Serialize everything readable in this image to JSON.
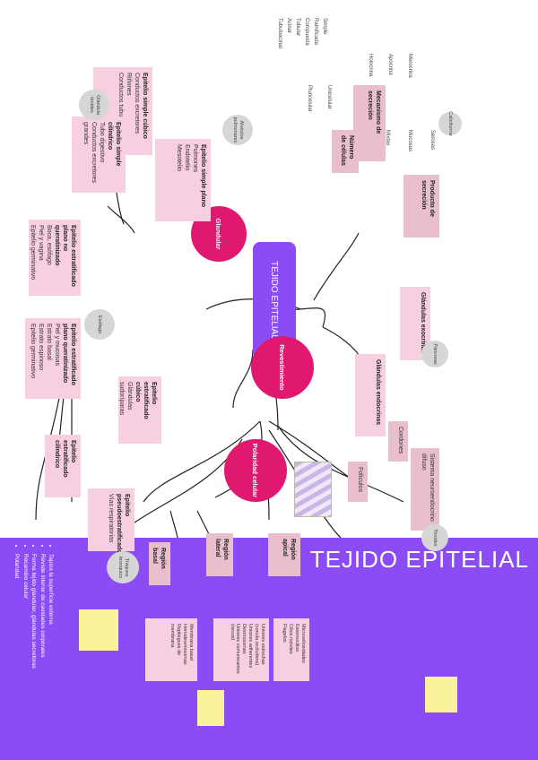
{
  "banner": {
    "title": "TEJIDO EPITELIAL",
    "bullets": [
      "Tapiza la superficie externa",
      "Reviste interior de cavidades corporales",
      "Forma tejido glandular, glándulas secretoras",
      "Recambio celular",
      "Polaridad"
    ]
  },
  "center": {
    "label": "TEJIDO EPITELIAL"
  },
  "hubs": {
    "revestimiento": "Revestimiento",
    "glandular": "Glandular",
    "polaridad": "Polaridad celular"
  },
  "revestimiento": {
    "simple_plano": {
      "title": "Epitelio simple plano",
      "lines": [
        "Pulmones",
        "Endotelio",
        "Mesotelio"
      ]
    },
    "simple_cubico": {
      "title": "Epitelio simple cúbico",
      "lines": [
        "Conductos excretores",
        "Riñones",
        "Conductos tubulares"
      ]
    },
    "cubico_cilindrico": {
      "title": "Epitelio simple cilíndrico",
      "lines": [
        "Tubo digestivo",
        "Conductos excretores",
        "grandes"
      ]
    },
    "estratificado_plano": {
      "title": "Epitelio estratificado plano no queratinizado",
      "lines": [
        "Boca, esófago",
        "Piel y vagina",
        "Epitelio germinativo"
      ]
    },
    "estratificado_cubico": {
      "title": "Epitelio estratificado plano queratinizado",
      "lines": [
        "Piel y mucosas",
        "Estrato basal",
        "Estrato espinoso",
        "Epitelio germinativo"
      ]
    },
    "estratificado_cilindrico": {
      "title": "Epitelio estratificado cúbico",
      "lines": [
        "Glándulas sudoríparas"
      ]
    },
    "transicion": {
      "title": "Epitelio estratificado cilíndrico",
      "lines": []
    },
    "pseudo": {
      "title": "Epitelio pseudoestratificado",
      "lines": [
        "Vías respiratorias"
      ]
    },
    "gray_plano": "Alvéolos pulmonares",
    "gray_cubico": "Glándula tiroides",
    "gray_est": "Esófago",
    "gray_pseudo": "Tráquea bronquios"
  },
  "glandular": {
    "exocrinas": {
      "title": "Glándulas exocrinas"
    },
    "mecanismo": {
      "title": "Mecanismo de secreción",
      "items": [
        "Merocrina",
        "Apocrina",
        "Holocrina"
      ]
    },
    "producto": {
      "title": "Producto de secreción",
      "items": [
        "Serosas",
        "Mucosas",
        "Mixtas"
      ]
    },
    "num_celulas": {
      "title": "Número de células",
      "items": [
        "Unicelular",
        "Pluricelular"
      ]
    },
    "pluri_items": [
      "Simple",
      "Ramificada",
      "Compuesta",
      "Tubular",
      "Acinar",
      "Tubuloacinar"
    ],
    "endocrinas": {
      "title": "Glándulas endocrinas"
    },
    "cordones": "Cordones",
    "foliculos": "Folículos",
    "difusas": "Sistema neuroendocrino difuso",
    "gray_endo": "Tiroides",
    "gray_exo": "Páncreas",
    "gray_uni": "Caliciforme"
  },
  "polaridad": {
    "apical": {
      "title": "Región apical",
      "items": [
        "Microvellosidades",
        "Estereocilios",
        "Cilios móviles",
        "Flagelos"
      ]
    },
    "lateral": {
      "title": "Región lateral",
      "items": [
        "Uniones estrechas (zonula occludens)",
        "Uniones adherentes",
        "Desmosomas",
        "Uniones comunicantes (nexos)"
      ]
    },
    "basal": {
      "title": "Región basal",
      "items": [
        "Membrana basal",
        "Hemidesmosomas",
        "Repliegues de membrana"
      ]
    }
  }
}
